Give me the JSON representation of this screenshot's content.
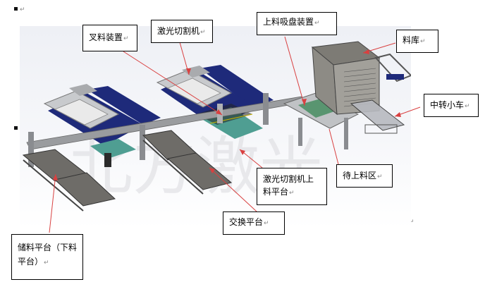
{
  "document": {
    "paragraph_marks": [
      "↵",
      "↵"
    ],
    "figure": {
      "description": "3D rendering of laser cutting automated loading/unloading line",
      "colors": {
        "machine_blue": "#1e2a7a",
        "frame_gray": "#8a8c90",
        "platform_gray": "#6e6c68",
        "table_teal": "#4f9e92",
        "leader_line": "#d94040"
      }
    },
    "callouts": {
      "fork_device": "叉料装置",
      "laser_cutter": "激光切割机",
      "suction_loader": "上料吸盘装置",
      "material_storage": "料库",
      "transfer_cart": "中转小车",
      "laser_loading_platform": "激光切割机上料平台",
      "waiting_area": "待上料区",
      "exchange_platform": "交换平台",
      "storage_platform": "储料平台（下料平台）"
    },
    "return_mark": "↵"
  }
}
